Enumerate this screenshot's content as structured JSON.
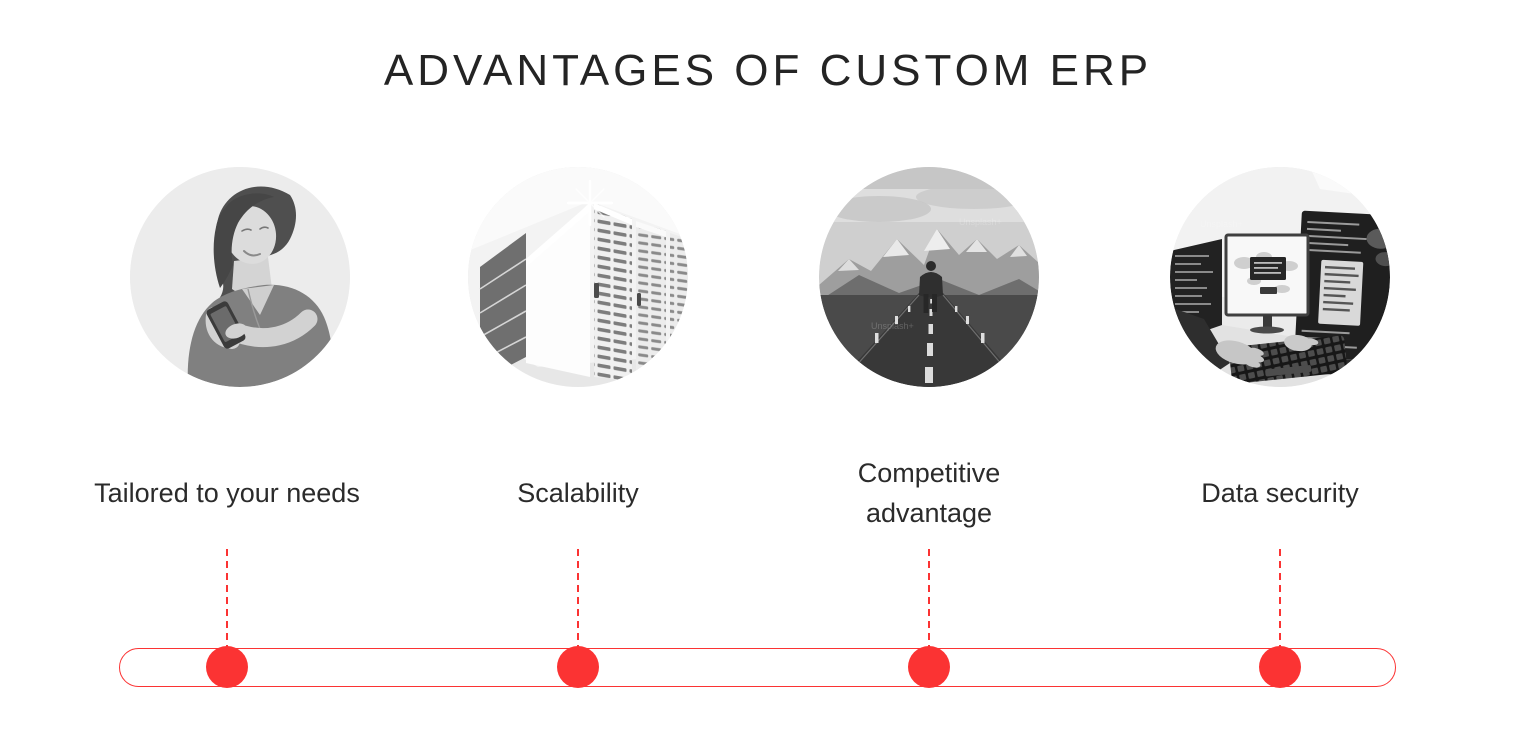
{
  "title": "ADVANTAGES OF CUSTOM ERP",
  "colors": {
    "accent_red": "#FB3333",
    "title_text": "#242424",
    "label_text": "#2B2B2B",
    "photo_circle_bg": "#ECECEC",
    "background": "#FFFFFF"
  },
  "items": [
    {
      "label": "Tailored to your needs",
      "photo_alt": "woman-texting-photo"
    },
    {
      "label": "Scalability",
      "photo_alt": "server-racks-photo"
    },
    {
      "label": "Competitive advantage",
      "photo_alt": "man-walking-mountain-road-photo"
    },
    {
      "label": "Data security",
      "photo_alt": "developer-workstation-photo"
    }
  ],
  "watermark": "Unsplash+",
  "timeline": {
    "dot_count": "4"
  }
}
